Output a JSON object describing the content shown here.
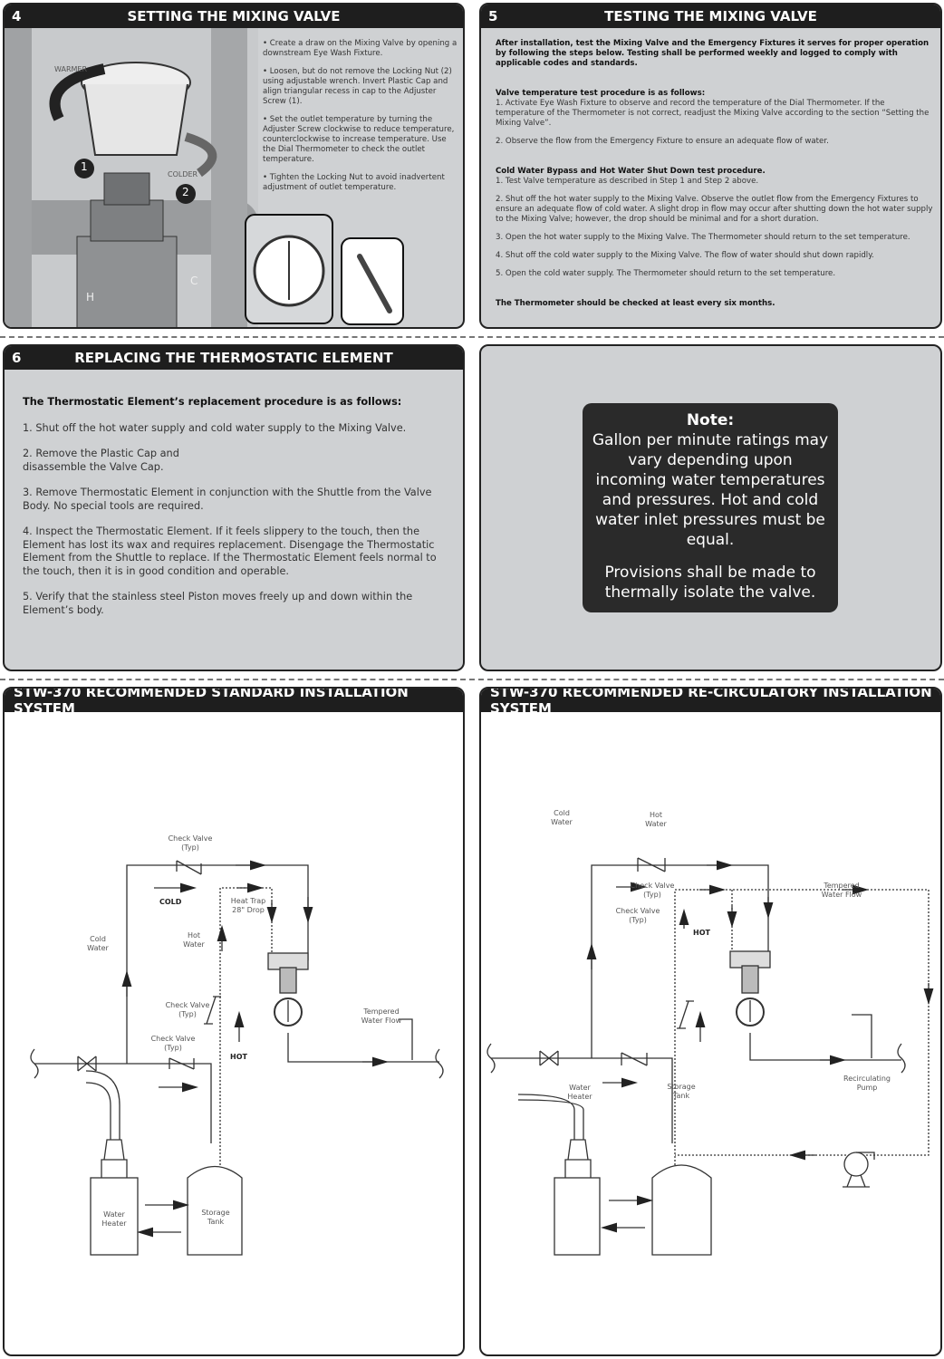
{
  "s4": {
    "num": "4",
    "title": "SETTING THE MIXING VALVE",
    "illustration": {
      "warmer": "WARMER",
      "colder": "COLDER",
      "n1": "1",
      "n2": "2",
      "h": "H",
      "c": "C"
    },
    "bullets": [
      "• Create a draw on the Mixing Valve by opening a downstream Eye Wash Fixture.",
      "• Loosen, but do not remove the Locking Nut (2) using adjustable wrench. Invert Plastic Cap and align triangular recess in cap to the Adjuster Screw (1).",
      "• Set the outlet temperature by turning the Adjuster Screw clockwise to reduce temperature, counterclockwise to increase temperature. Use the Dial Thermometer to check the outlet temperature.",
      "• Tighten the Locking Nut to avoid inadvertent adjustment of outlet temperature."
    ]
  },
  "s5": {
    "num": "5",
    "title": "TESTING THE MIXING VALVE",
    "intro": "After installation, test the Mixing Valve and the Emergency Fixtures it serves for proper operation by following the steps below. Testing shall be performed weekly and logged to comply with applicable codes and standards.",
    "h1": "Valve temperature test procedure is as follows:",
    "p1": [
      "1. Activate Eye Wash Fixture to observe and record the temperature of the Dial Thermometer. If the temperature of the Thermometer is not correct, readjust the Mixing Valve according to the section “Setting the Mixing Valve”.",
      "2. Observe the flow from the Emergency Fixture to ensure an adequate flow of water."
    ],
    "h2": "Cold Water Bypass and Hot Water Shut Down test procedure.",
    "p2": [
      "1. Test Valve temperature as described in Step 1 and Step 2 above.",
      "2. Shut off the hot water supply to the Mixing Valve. Observe the outlet flow from the Emergency Fixtures to ensure an adequate flow of cold water. A slight drop in flow may occur after shutting down the hot water supply to the Mixing Valve; however, the drop should be minimal and for a short duration.",
      "3. Open the hot water supply to the Mixing Valve. The Thermometer should return to the set temperature.",
      "4. Shut off the cold water supply to the Mixing Valve. The flow of water should shut down rapidly.",
      "5. Open the cold water supply. The Thermometer should return to the set temperature."
    ],
    "footer": "The Thermometer should be checked at least every six months."
  },
  "s6": {
    "num": "6",
    "title": "REPLACING THE THERMOSTATIC ELEMENT",
    "intro": "The Thermostatic Element’s replacement procedure is as follows:",
    "steps": [
      "1. Shut off the hot water supply and cold water supply to the Mixing Valve.",
      "2. Remove the Plastic Cap and disassemble the Valve Cap.",
      "3. Remove Thermostatic Element in conjunction with the Shuttle from the Valve Body. No special tools are required.",
      "4. Inspect the Thermostatic Element. If it feels slippery to the touch, then the Element has lost its wax and requires replacement. Disengage the Thermostatic Element from the Shuttle to replace. If the Thermostatic Element feels normal to the touch, then it is in good condition and operable.",
      "5. Verify that the stainless steel Piston moves freely up and down within the Element’s body."
    ]
  },
  "note": {
    "title": "Note:",
    "p1": "Gallon per minute ratings may vary depending upon incoming water temperatures and pressures. Hot and cold water inlet pressures must be equal.",
    "p2": "Provisions shall be made to thermally isolate the valve."
  },
  "std": {
    "title": "STW-370  RECOMMENDED STANDARD INSTALLATION SYSTEM",
    "labels": {
      "cv_top": "Check Valve (Typ)",
      "cold": "COLD",
      "heat_trap": "Heat Trap 28\" Drop",
      "cold_water": "Cold Water",
      "hot_water": "Hot Water",
      "cv_mid": "Check Valve (Typ)",
      "cv_bot": "Check Valve (Typ)",
      "hot": "HOT",
      "tempered": "Tempered Water Flow",
      "heater": "Water Heater",
      "tank": "Storage Tank"
    }
  },
  "rec": {
    "title": "STW-370  RECOMMENDED RE-CIRCULATORY INSTALLATION SYSTEM",
    "labels": {
      "cold_water": "Cold Water",
      "hot_water": "Hot Water",
      "cv1": "Check Valve (Typ)",
      "cv2": "Check Valve (Typ)",
      "tempered": "Tempered Water Flow",
      "hot": "HOT",
      "heater": "Water Heater",
      "tank": "Storage Tank",
      "pump": "Recirculating Pump"
    }
  }
}
